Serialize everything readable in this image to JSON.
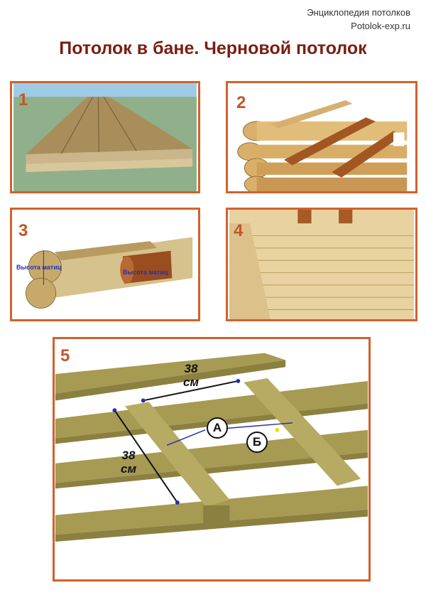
{
  "header": {
    "site_line1": "Энциклопедия потолков",
    "site_line2": "Potolok-exp.ru",
    "title": "Потолок в бане. Черновой потолок"
  },
  "panels": [
    {
      "number": "1"
    },
    {
      "number": "2"
    },
    {
      "number": "3",
      "label_left": "Высота матиц",
      "label_right": "Высота матиц"
    },
    {
      "number": "4"
    },
    {
      "number": "5",
      "dim_top_value": "38",
      "dim_top_unit": "см",
      "dim_left_value": "38",
      "dim_left_unit": "см",
      "marker_a": "А",
      "marker_b": "Б"
    }
  ],
  "colors": {
    "frame": "#d0622d",
    "title": "#7a1e12",
    "number": "#c4552a",
    "marker": "#2530b0"
  }
}
